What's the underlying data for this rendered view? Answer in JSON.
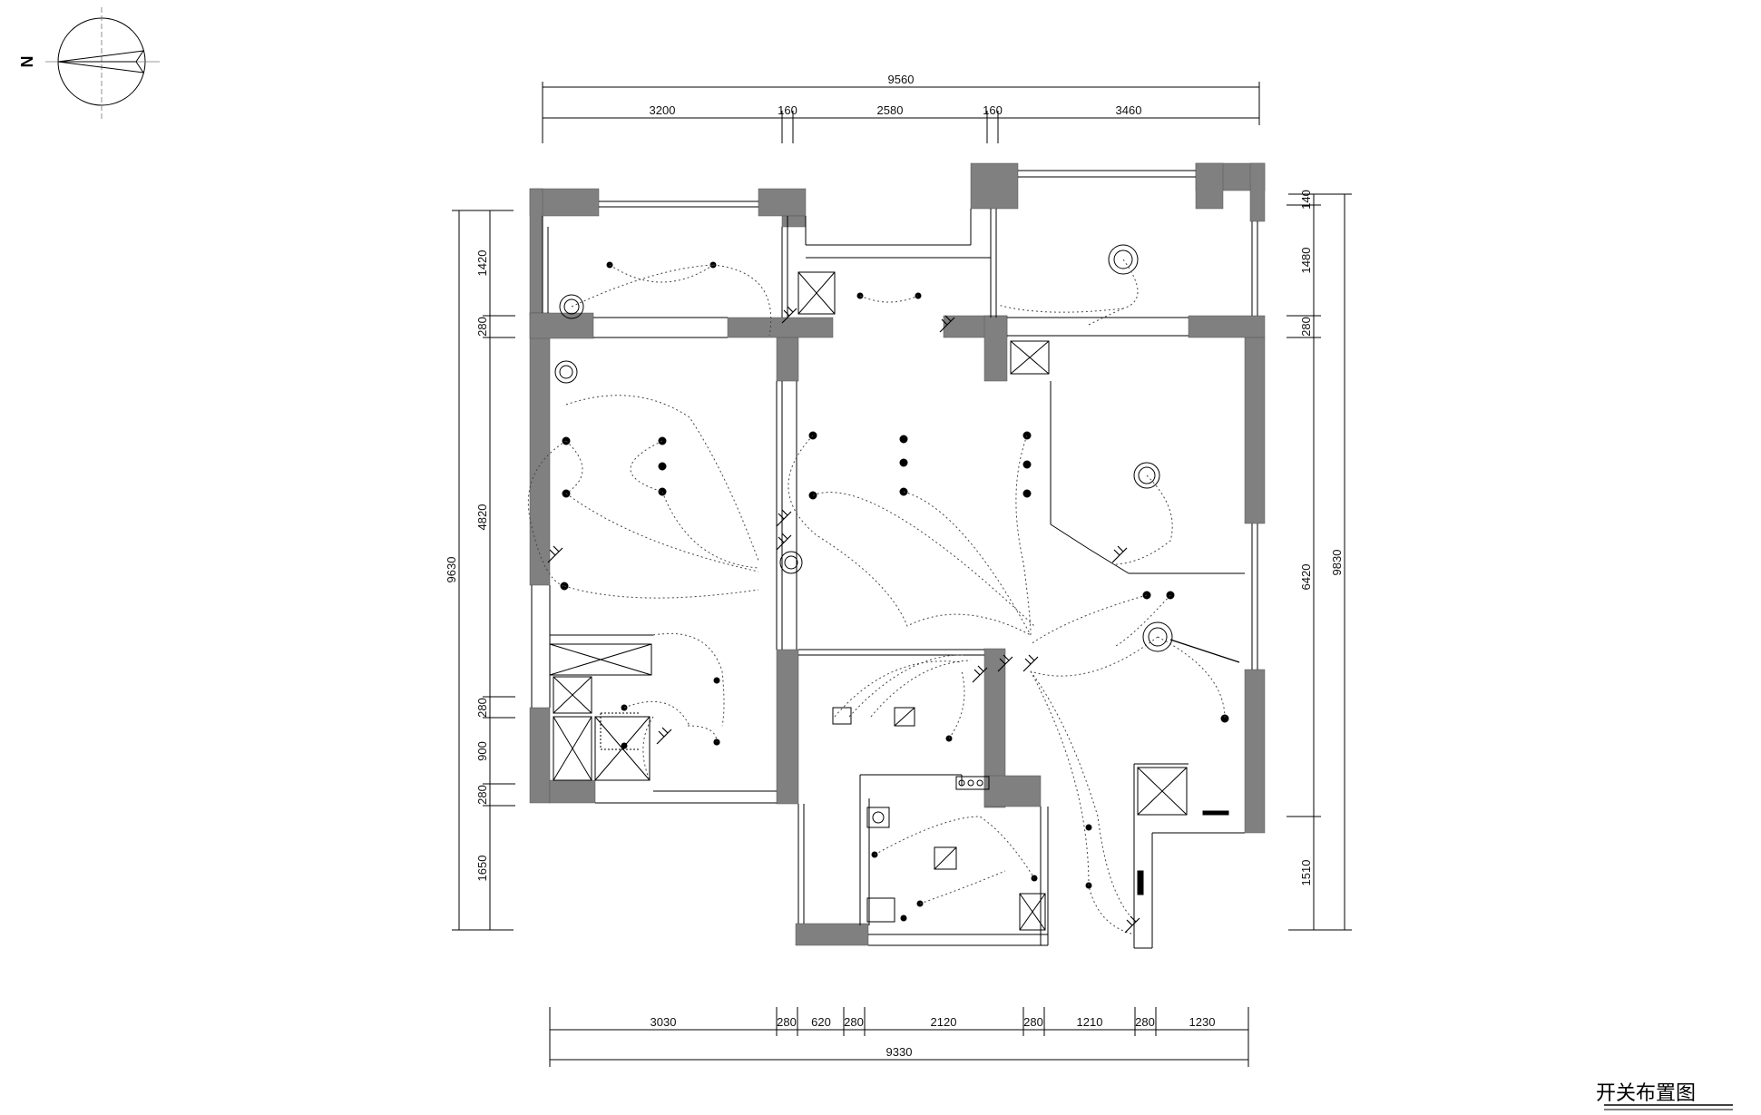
{
  "drawing": {
    "title": "开关布置图",
    "north_label": "N"
  },
  "dimensions": {
    "top_total": "9560",
    "top_segments": [
      "3200",
      "160",
      "2580",
      "160",
      "3460"
    ],
    "bottom_total": "9330",
    "bottom_segments": [
      "3030",
      "280",
      "620",
      "280",
      "2120",
      "280",
      "1210",
      "280",
      "1230"
    ],
    "left_total": "9630",
    "left_segments": [
      "1420",
      "280",
      "4820",
      "280",
      "900",
      "280",
      "1650"
    ],
    "right_total": "9830",
    "right_segments": [
      "140",
      "1480",
      "280",
      "6420",
      "1510"
    ]
  },
  "colors": {
    "wall": "#808080",
    "line": "#000000",
    "wiring": "#444444"
  }
}
